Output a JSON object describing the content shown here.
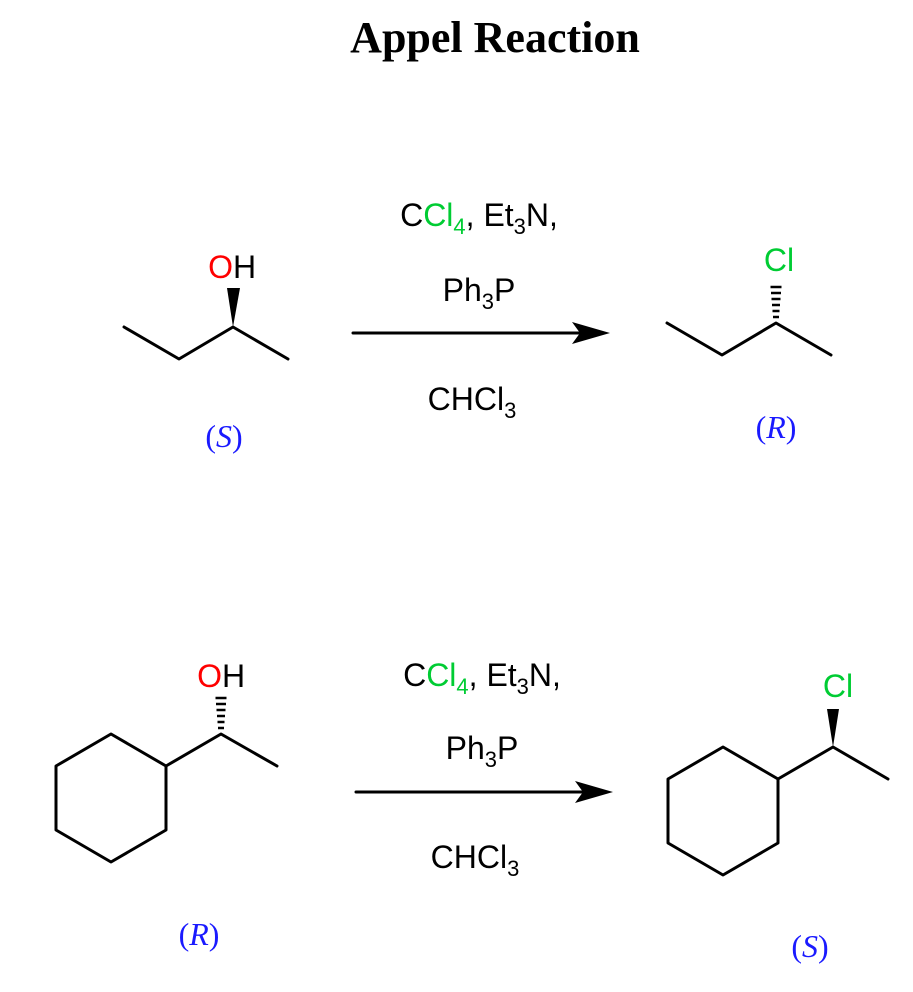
{
  "title": "Appel Reaction",
  "colors": {
    "oxygen": "#ff0000",
    "chlorine": "#00cc33",
    "stereo_label": "#1a1aff",
    "bond": "#000000"
  },
  "reactions": [
    {
      "reactant": {
        "atom_main": "O",
        "atom_h": "H",
        "config_open": "(",
        "config_letter": "S",
        "config_close": ")"
      },
      "reagents": {
        "line1_pre": "C",
        "line1_cl": "Cl",
        "line1_sub4": "4",
        "line1_mid": ", Et",
        "line1_sub3": "3",
        "line1_post": "N,",
        "line2_pre": "Ph",
        "line2_sub": "3",
        "line2_post": "P",
        "line3_pre": "CHCl",
        "line3_sub": "3"
      },
      "product": {
        "atom": "Cl",
        "config_open": "(",
        "config_letter": "R",
        "config_close": ")"
      }
    },
    {
      "reactant": {
        "atom_main": "O",
        "atom_h": "H",
        "config_open": "(",
        "config_letter": "R",
        "config_close": ")"
      },
      "reagents": {
        "line1_pre": "C",
        "line1_cl": "Cl",
        "line1_sub4": "4",
        "line1_mid": ", Et",
        "line1_sub3": "3",
        "line1_post": "N,",
        "line2_pre": "Ph",
        "line2_sub": "3",
        "line2_post": "P",
        "line3_pre": "CHCl",
        "line3_sub": "3"
      },
      "product": {
        "atom": "Cl",
        "config_open": "(",
        "config_letter": "S",
        "config_close": ")"
      }
    }
  ]
}
